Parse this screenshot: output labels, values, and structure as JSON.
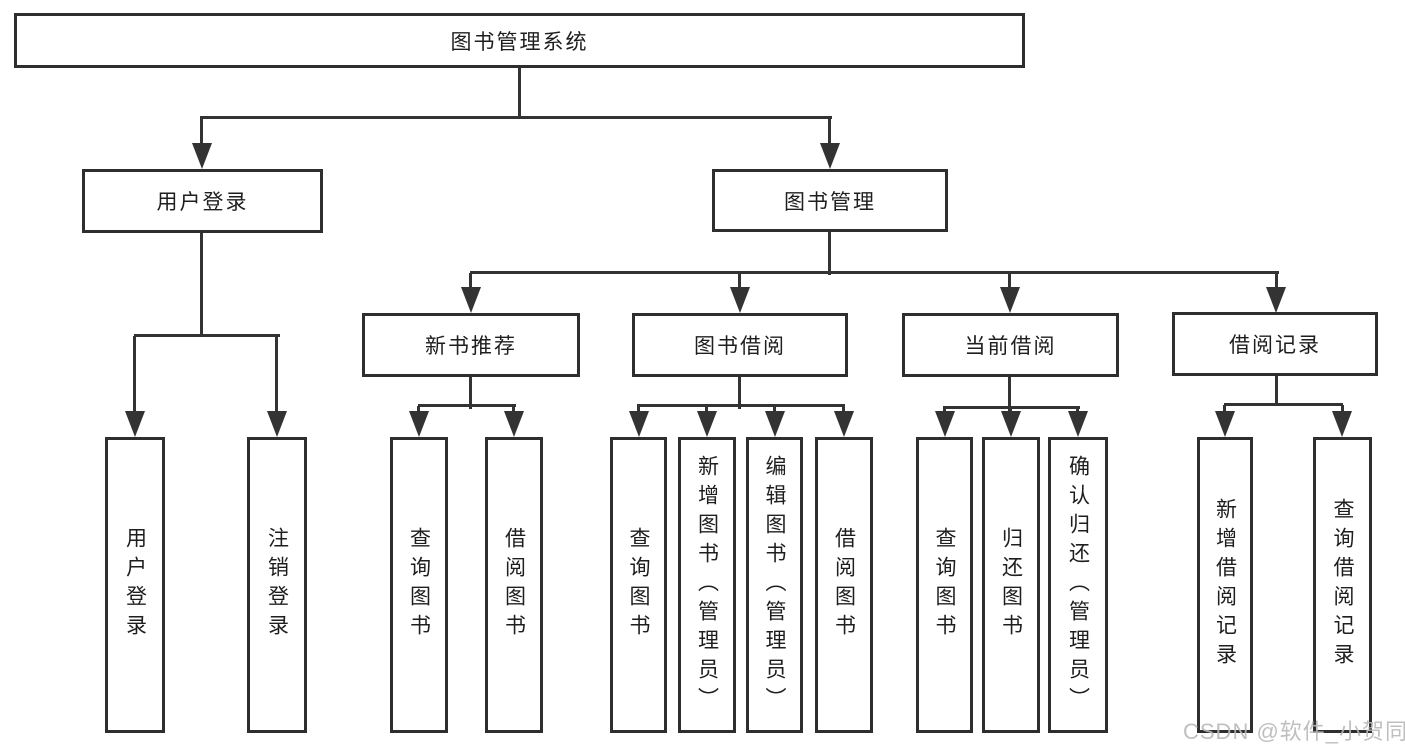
{
  "nodes": {
    "root": {
      "label": "图书管理系统"
    },
    "user_login": {
      "label": "用户登录"
    },
    "book_management": {
      "label": "图书管理"
    },
    "new_book_recommend": {
      "label": "新书推荐"
    },
    "book_borrow": {
      "label": "图书借阅"
    },
    "current_borrow": {
      "label": "当前借阅"
    },
    "borrow_records": {
      "label": "借阅记录"
    }
  },
  "leaves": {
    "user_login": {
      "label": "用户登录"
    },
    "logout": {
      "label": "注销登录"
    },
    "query_books_recommend": {
      "label": "查询图书"
    },
    "borrow_books_recommend": {
      "label": "借阅图书"
    },
    "query_books_borrow": {
      "label": "查询图书"
    },
    "add_books_admin": {
      "label": "新增图书（管理员）"
    },
    "edit_books_admin": {
      "label": "编辑图书（管理员）"
    },
    "borrow_books_borrow": {
      "label": "借阅图书"
    },
    "query_books_current": {
      "label": "查询图书"
    },
    "return_books": {
      "label": "归还图书"
    },
    "confirm_return_admin": {
      "label": "确认归还（管理员）"
    },
    "add_borrow_record": {
      "label": "新增借阅记录"
    },
    "query_borrow_record": {
      "label": "查询借阅记录"
    }
  },
  "watermark": {
    "text": "CSDN @软件_小贺同学"
  },
  "colors": {
    "line": "#333333",
    "border": "#2e2e2e",
    "text": "#1e1e1e",
    "watermark": "#b9b9b9",
    "background": "#ffffff"
  }
}
